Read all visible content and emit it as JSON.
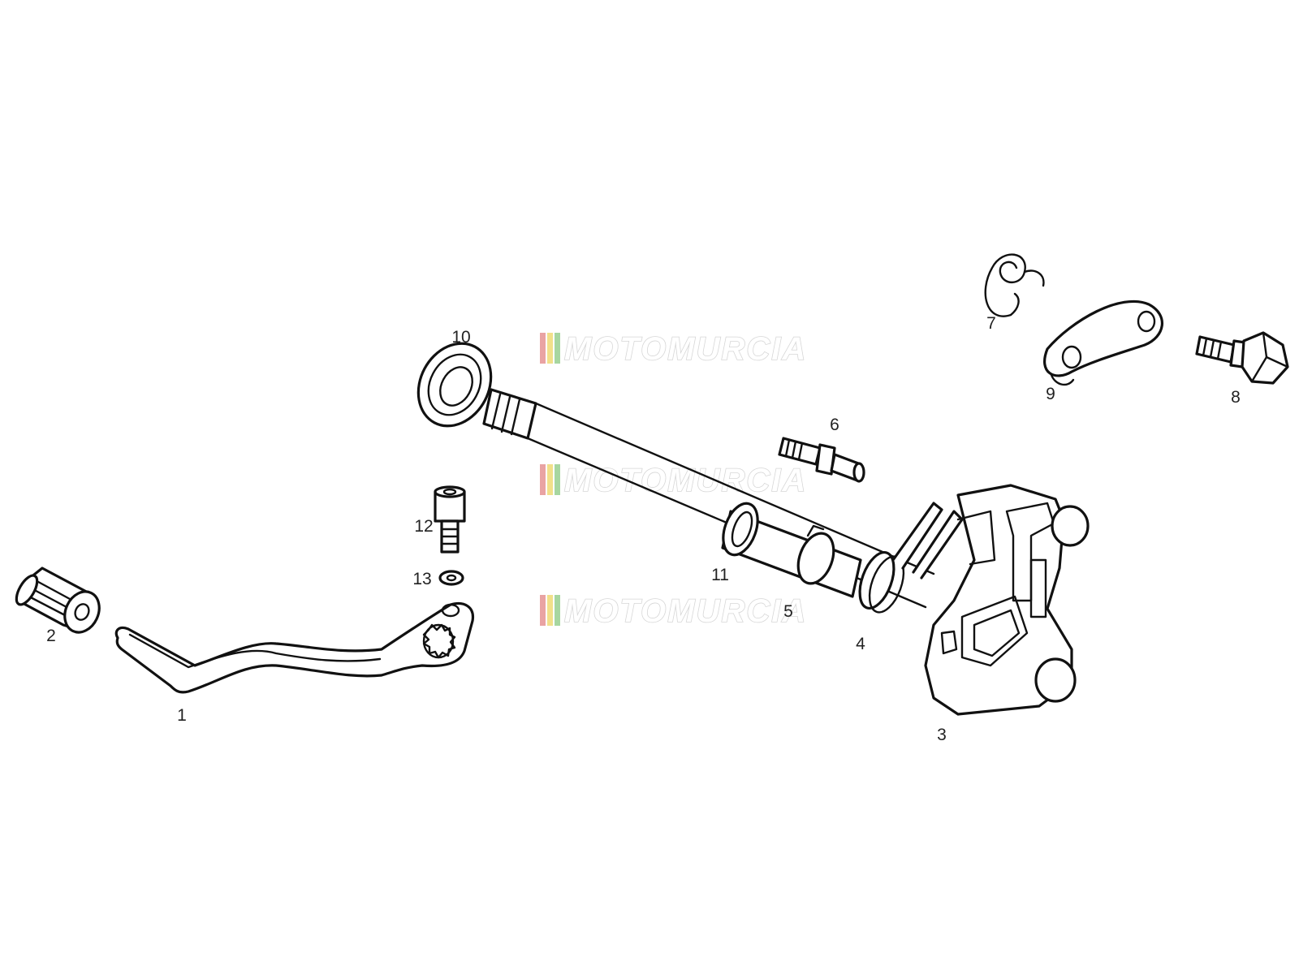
{
  "diagram": {
    "watermark": {
      "text": "MOTOMURCIA",
      "stripe_colors": [
        "#e9a3a3",
        "#f1e08a",
        "#a7d6a0"
      ]
    },
    "callouts": {
      "n1": "1",
      "n2": "2",
      "n3": "3",
      "n4": "4",
      "n5": "5",
      "n6": "6",
      "n7": "7",
      "n8": "8",
      "n9": "9",
      "n10": "10",
      "n11": "11",
      "n12": "12",
      "n13": "13"
    }
  }
}
